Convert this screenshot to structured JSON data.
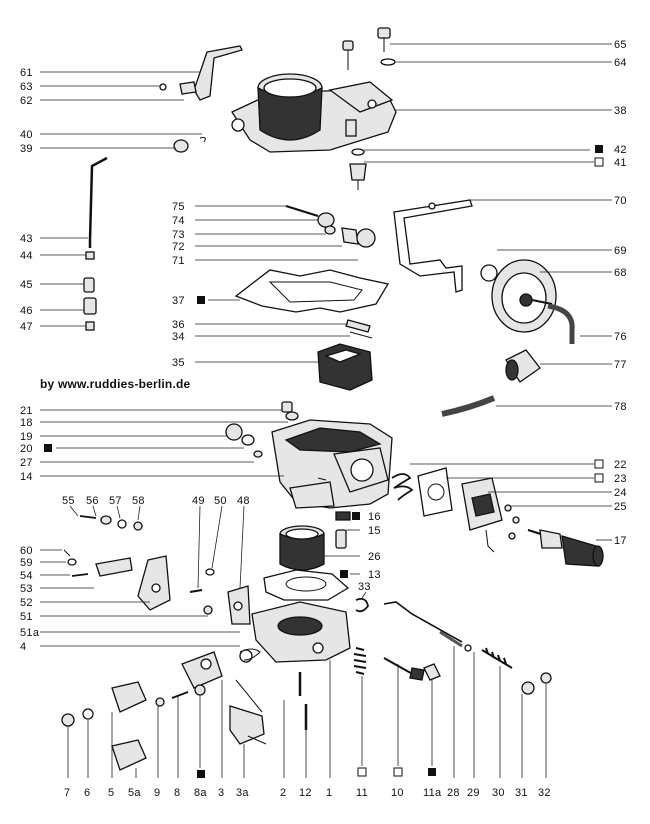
{
  "watermark": "by  www.ruddies-berlin.de",
  "labels": {
    "l65": "65",
    "l64": "64",
    "l38": "38",
    "l42": "42",
    "l41": "41",
    "l70": "70",
    "l69": "69",
    "l68": "68",
    "l76": "76",
    "l77": "77",
    "l78": "78",
    "l22": "22",
    "l23": "23",
    "l24": "24",
    "l25": "25",
    "l17": "17",
    "l61": "61",
    "l63": "63",
    "l62": "62",
    "l40": "40",
    "l39": "39",
    "l43": "43",
    "l44": "44",
    "l45": "45",
    "l46": "46",
    "l47": "47",
    "l75": "75",
    "l74": "74",
    "l73": "73",
    "l72": "72",
    "l71": "71",
    "l37": "37",
    "l36": "36",
    "l34": "34",
    "l35": "35",
    "l21": "21",
    "l18": "18",
    "l19": "19",
    "l20": "20",
    "l27": "27",
    "l14": "14",
    "l55": "55",
    "l56": "56",
    "l57": "57",
    "l58": "58",
    "l49": "49",
    "l50": "50",
    "l48": "48",
    "l16": "16",
    "l15": "15",
    "l26": "26",
    "l13": "13",
    "l33": "33",
    "l60": "60",
    "l59": "59",
    "l54": "54",
    "l53": "53",
    "l52": "52",
    "l51": "51",
    "l51a": "51a",
    "l4": "4",
    "b7": "7",
    "b6": "6",
    "b5": "5",
    "b5a": "5a",
    "b9": "9",
    "b8": "8",
    "b8a": "8a",
    "b3": "3",
    "b3a": "3a",
    "b2": "2",
    "b12": "12",
    "b1": "1",
    "b11": "11",
    "b10": "10",
    "b11a": "11a",
    "b28": "28",
    "b29": "29",
    "b30": "30",
    "b31": "31",
    "b32": "32"
  }
}
